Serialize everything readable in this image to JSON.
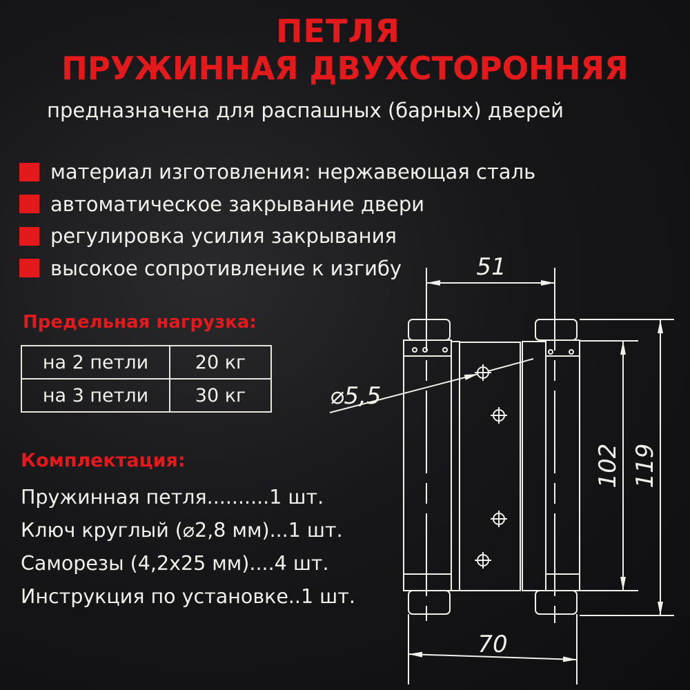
{
  "title": {
    "line1": "ПЕТЛЯ",
    "line2": "ПРУЖИННАЯ ДВУХСТОРОННЯЯ"
  },
  "subtitle": "предназначена для распашных (барных) дверей",
  "features": [
    "материал изготовления: нержавеющая сталь",
    "автоматическое закрывание двери",
    "регулировка усилия закрывания",
    "высокое сопротивление к изгибу"
  ],
  "load": {
    "title": "Предельная нагрузка:",
    "rows": [
      {
        "label": "на 2 петли",
        "value": "20 кг"
      },
      {
        "label": "на 3 петли",
        "value": "30 кг"
      }
    ]
  },
  "kit": {
    "title": "Комплектация:",
    "items": [
      "Пружинная петля..........1 шт.",
      "Ключ круглый (⌀2,8 мм)...1 шт.",
      "Саморезы (4,2х25 мм)....4 шт.",
      "Инструкция по установке..1 шт."
    ]
  },
  "drawing": {
    "dim_top": "51",
    "dim_bottom": "70",
    "dim_leaf_height": "102",
    "dim_total_height": "119",
    "hole_diameter": "⌀5,5"
  },
  "colors": {
    "accent": "#e3191c",
    "background": "#17171a",
    "text": "#f2f0ea"
  }
}
